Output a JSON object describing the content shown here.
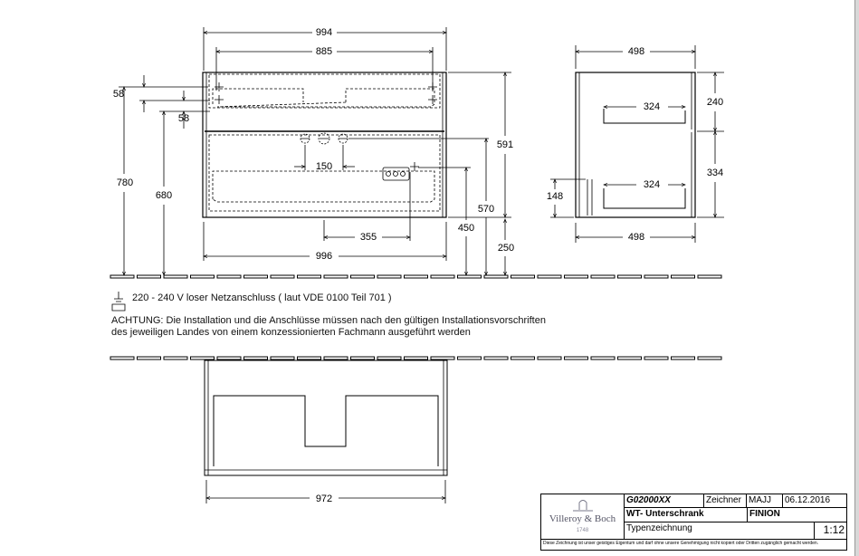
{
  "front_view": {
    "width_top": "994",
    "hole_spacing": "885",
    "dim_58_a": "58",
    "dim_58_b": "58",
    "height_780": "780",
    "height_680": "680",
    "height_591": "591",
    "height_570": "570",
    "height_450": "450",
    "height_250": "250",
    "tap_spacing": "150",
    "socket_offset": "355",
    "width_bottom": "996"
  },
  "side_view": {
    "depth_top": "498",
    "depth_bottom": "498",
    "drawer_324_a": "324",
    "drawer_324_b": "324",
    "height_240": "240",
    "height_334": "334",
    "height_148": "148"
  },
  "top_view": {
    "width": "972"
  },
  "notes": {
    "power": "220 - 240 V loser Netzanschluss ( laut VDE 0100 Teil 701 )",
    "warning_line1": "ACHTUNG: Die Installation und die Anschlüsse müssen nach den gültigen Installationsvorschriften",
    "warning_line2": "des jeweiligen Landes von einem konzessionierten Fachmann ausgeführt werden"
  },
  "title_block": {
    "brand": "Villeroy & Boch",
    "brand_year": "1748",
    "article": "G02000XX",
    "drawer_label": "Zeichner",
    "drawer": "MAJJ",
    "date": "06.12.2016",
    "product_type": "WT- Unterschrank",
    "series": "FINION",
    "drawing_type": "Typenzeichnung",
    "scale": "1:12",
    "copyright": "Diese Zeichnung ist unser geistiges Eigentum und darf ohne unsere Genehmigung nicht kopiert oder Dritten zugänglich gemacht werden."
  }
}
